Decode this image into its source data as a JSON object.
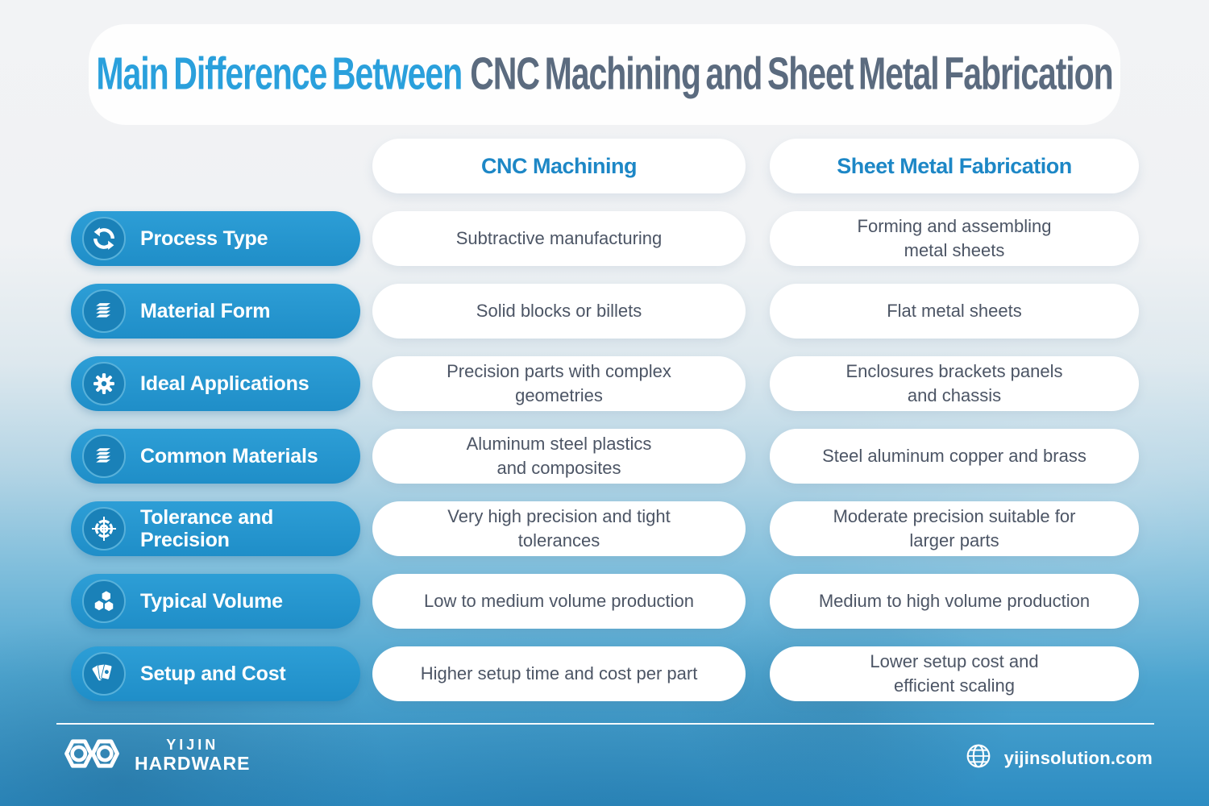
{
  "title": {
    "highlight": "Main Difference Between",
    "rest": "CNC Machining and Sheet Metal Fabrication"
  },
  "columns": {
    "cnc": "CNC Machining",
    "sheet": "Sheet Metal Fabrication"
  },
  "rows": [
    {
      "label": "Process Type",
      "icon": "process-cycle-icon",
      "cnc": "Subtractive manufacturing",
      "sheet": "Forming and assembling\nmetal sheets"
    },
    {
      "label": "Material Form",
      "icon": "layers-icon",
      "cnc": "Solid blocks or billets",
      "sheet": "Flat metal sheets"
    },
    {
      "label": "Ideal Applications",
      "icon": "gear-icon",
      "cnc": "Precision parts with complex\ngeometries",
      "sheet": "Enclosures brackets panels\nand chassis"
    },
    {
      "label": "Common Materials",
      "icon": "layers-icon",
      "cnc": "Aluminum steel plastics\nand composites",
      "sheet": "Steel aluminum copper and brass"
    },
    {
      "label": "Tolerance and\nPrecision",
      "icon": "target-icon",
      "cnc": "Very high precision and tight\ntolerances",
      "sheet": "Moderate precision suitable for\nlarger parts"
    },
    {
      "label": "Typical Volume",
      "icon": "cubes-icon",
      "cnc": "Low to medium volume production",
      "sheet": "Medium to high volume production"
    },
    {
      "label": "Setup and Cost",
      "icon": "money-icon",
      "cnc": "Higher setup time and cost per part",
      "sheet": "Lower setup cost and\nefficient scaling"
    }
  ],
  "footer": {
    "brand_line1": "YIJIN",
    "brand_line2": "HARDWARE",
    "brand_icon": "infinity-logo-icon",
    "website_icon": "globe-icon",
    "website": "yijinsolution.com"
  },
  "colors": {
    "accent_blue": "#2196ce",
    "title_highlight": "#2aa0dc",
    "title_dark": "#5b6b7f",
    "header_text": "#1d87c6",
    "cell_text": "#4c5565",
    "background_bottom": "#2d8cc2"
  }
}
